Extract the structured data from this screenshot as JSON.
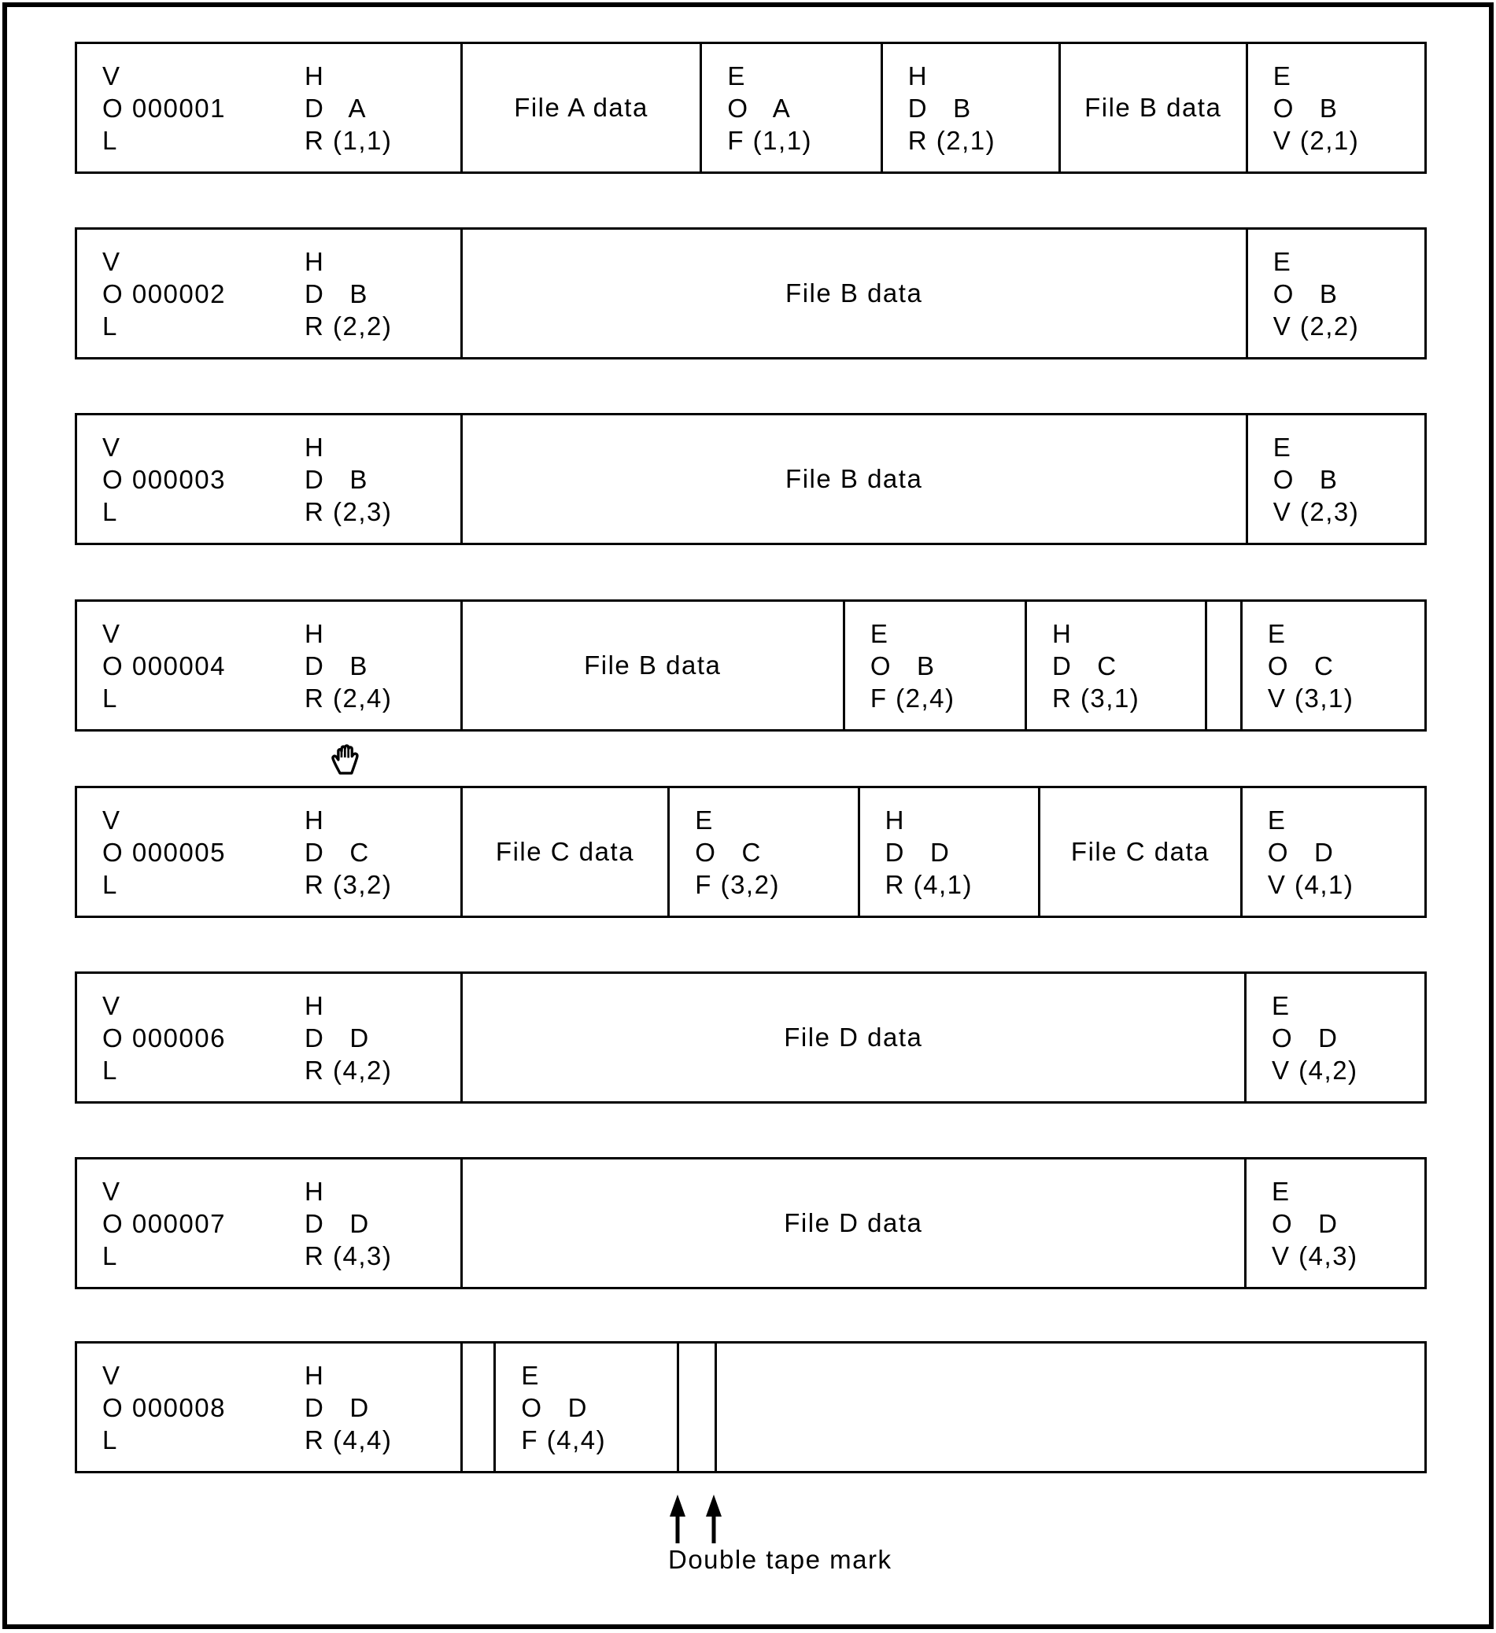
{
  "colors": {
    "background": "#ffffff",
    "line": "#000000",
    "text": "#000000"
  },
  "icons": {
    "hand_cursor": "grab-hand-cursor",
    "tape_mark_pointer": "up-arrow"
  },
  "annotation": {
    "double_tape_mark_label": "Double tape mark"
  },
  "rows": [
    {
      "volume": "000001",
      "cells": [
        {
          "name": "vol-hdr-labels-cell",
          "type": "labels",
          "w": 28.6,
          "blocks": [
            [
              "V",
              "O 000001",
              "L"
            ],
            [
              "H",
              "D   A",
              "R (1,1)"
            ]
          ]
        },
        {
          "name": "file-data-cell",
          "type": "data",
          "w": 17.8,
          "label": "File A data"
        },
        {
          "name": "eof-labels-cell",
          "type": "labels",
          "w": 13.4,
          "blocks": [
            [
              "E",
              "O   A",
              "F (1,1)"
            ]
          ]
        },
        {
          "name": "hdr-labels-cell",
          "type": "labels",
          "w": 13.2,
          "blocks": [
            [
              "H",
              "D   B",
              "R (2,1)"
            ]
          ]
        },
        {
          "name": "file-data-cell",
          "type": "data",
          "w": 13.9,
          "label": "File B data"
        },
        {
          "name": "eov-labels-cell",
          "type": "labels",
          "w": 13.1,
          "blocks": [
            [
              "E",
              "O   B",
              "V (2,1)"
            ]
          ]
        }
      ]
    },
    {
      "volume": "000002",
      "cells": [
        {
          "name": "vol-hdr-labels-cell",
          "type": "labels",
          "w": 28.6,
          "blocks": [
            [
              "V",
              "O 000002",
              "L"
            ],
            [
              "H",
              "D   B",
              "R (2,2)"
            ]
          ]
        },
        {
          "name": "file-data-cell",
          "type": "data",
          "w": 58.3,
          "label": "File B data"
        },
        {
          "name": "eov-labels-cell",
          "type": "labels",
          "w": 13.1,
          "blocks": [
            [
              "E",
              "O   B",
              "V (2,2)"
            ]
          ]
        }
      ]
    },
    {
      "volume": "000003",
      "cells": [
        {
          "name": "vol-hdr-labels-cell",
          "type": "labels",
          "w": 28.6,
          "blocks": [
            [
              "V",
              "O 000003",
              "L"
            ],
            [
              "H",
              "D   B",
              "R (2,3)"
            ]
          ]
        },
        {
          "name": "file-data-cell",
          "type": "data",
          "w": 58.3,
          "label": "File B data"
        },
        {
          "name": "eov-labels-cell",
          "type": "labels",
          "w": 13.1,
          "blocks": [
            [
              "E",
              "O   B",
              "V (2,3)"
            ]
          ]
        }
      ]
    },
    {
      "volume": "000004",
      "cells": [
        {
          "name": "vol-hdr-labels-cell",
          "type": "labels",
          "w": 28.6,
          "blocks": [
            [
              "V",
              "O 000004",
              "L"
            ],
            [
              "H",
              "D   B",
              "R (2,4)"
            ]
          ]
        },
        {
          "name": "file-data-cell",
          "type": "data",
          "w": 28.4,
          "label": "File B data"
        },
        {
          "name": "eof-labels-cell",
          "type": "labels",
          "w": 13.5,
          "blocks": [
            [
              "E",
              "O   B",
              "F (2,4)"
            ]
          ]
        },
        {
          "name": "hdr-labels-cell",
          "type": "labels",
          "w": 13.4,
          "blocks": [
            [
              "H",
              "D   C",
              "R (3,1)"
            ]
          ]
        },
        {
          "name": "tape-mark-gap-cell",
          "type": "gap",
          "w": 2.6
        },
        {
          "name": "eov-labels-cell",
          "type": "labels",
          "w": 13.5,
          "blocks": [
            [
              "E",
              "O   C",
              "V (3,1)"
            ]
          ]
        }
      ]
    },
    {
      "volume": "000005",
      "cells": [
        {
          "name": "vol-hdr-labels-cell",
          "type": "labels",
          "w": 28.6,
          "blocks": [
            [
              "V",
              "O 000005",
              "L"
            ],
            [
              "H",
              "D   C",
              "R (3,2)"
            ]
          ]
        },
        {
          "name": "file-data-cell",
          "type": "data",
          "w": 15.4,
          "label": "File C data"
        },
        {
          "name": "eof-labels-cell",
          "type": "labels",
          "w": 14.1,
          "blocks": [
            [
              "E",
              "O   C",
              "F (3,2)"
            ]
          ]
        },
        {
          "name": "hdr-labels-cell",
          "type": "labels",
          "w": 13.4,
          "blocks": [
            [
              "H",
              "D   D",
              "R (4,1)"
            ]
          ]
        },
        {
          "name": "file-data-cell",
          "type": "data",
          "w": 15.0,
          "label": "File C data"
        },
        {
          "name": "eov-labels-cell",
          "type": "labels",
          "w": 13.5,
          "blocks": [
            [
              "E",
              "O   D",
              "V (4,1)"
            ]
          ]
        }
      ]
    },
    {
      "volume": "000006",
      "cells": [
        {
          "name": "vol-hdr-labels-cell",
          "type": "labels",
          "w": 28.6,
          "blocks": [
            [
              "V",
              "O 000006",
              "L"
            ],
            [
              "H",
              "D   D",
              "R (4,2)"
            ]
          ]
        },
        {
          "name": "file-data-cell",
          "type": "data",
          "w": 58.2,
          "label": "File D data"
        },
        {
          "name": "eov-labels-cell",
          "type": "labels",
          "w": 13.2,
          "blocks": [
            [
              "E",
              "O   D",
              "V (4,2)"
            ]
          ]
        }
      ]
    },
    {
      "volume": "000007",
      "cells": [
        {
          "name": "vol-hdr-labels-cell",
          "type": "labels",
          "w": 28.6,
          "blocks": [
            [
              "V",
              "O 000007",
              "L"
            ],
            [
              "H",
              "D   D",
              "R (4,3)"
            ]
          ]
        },
        {
          "name": "file-data-cell",
          "type": "data",
          "w": 58.2,
          "label": "File D data"
        },
        {
          "name": "eov-labels-cell",
          "type": "labels",
          "w": 13.2,
          "blocks": [
            [
              "E",
              "O   D",
              "V (4,3)"
            ]
          ]
        }
      ]
    },
    {
      "volume": "000008",
      "cells": [
        {
          "name": "vol-hdr-labels-cell",
          "type": "labels",
          "w": 28.6,
          "blocks": [
            [
              "V",
              "O 000008",
              "L"
            ],
            [
              "H",
              "D   D",
              "R (4,4)"
            ]
          ]
        },
        {
          "name": "tape-mark-gap-cell",
          "type": "gap",
          "w": 2.5
        },
        {
          "name": "eof-labels-cell",
          "type": "labels",
          "w": 13.6,
          "blocks": [
            [
              "E",
              "O   D",
              "F (4,4)"
            ]
          ]
        },
        {
          "name": "tape-mark-gap-cell",
          "type": "gap",
          "w": 2.8
        },
        {
          "name": "empty-tape-cell",
          "type": "empty",
          "w": 52.5
        }
      ]
    }
  ]
}
